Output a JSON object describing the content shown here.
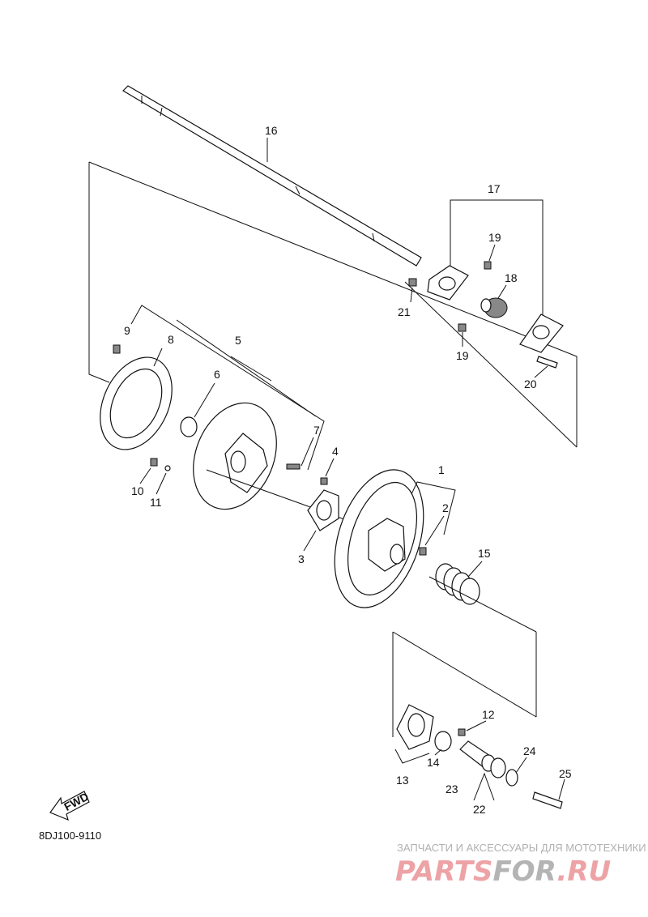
{
  "diagram_code": "8DJ100-9110",
  "fwd_label": "FWD",
  "labels": [
    "16",
    "17",
    "19",
    "18",
    "21",
    "19",
    "20",
    "9",
    "8",
    "5",
    "6",
    "7",
    "4",
    "1",
    "2",
    "10",
    "11",
    "3",
    "15",
    "12",
    "14",
    "13",
    "23",
    "24",
    "25",
    "22"
  ],
  "watermark": {
    "tagline": "ЗАПЧАСТИ И АКСЕССУАРЫ ДЛЯ МОТОТЕХНИКИ",
    "brand_a": "PARTS",
    "brand_b": "FOR",
    "brand_c": ".RU",
    "colors": {
      "pink": "#eda3a6",
      "gray": "#b4b4b4"
    }
  }
}
